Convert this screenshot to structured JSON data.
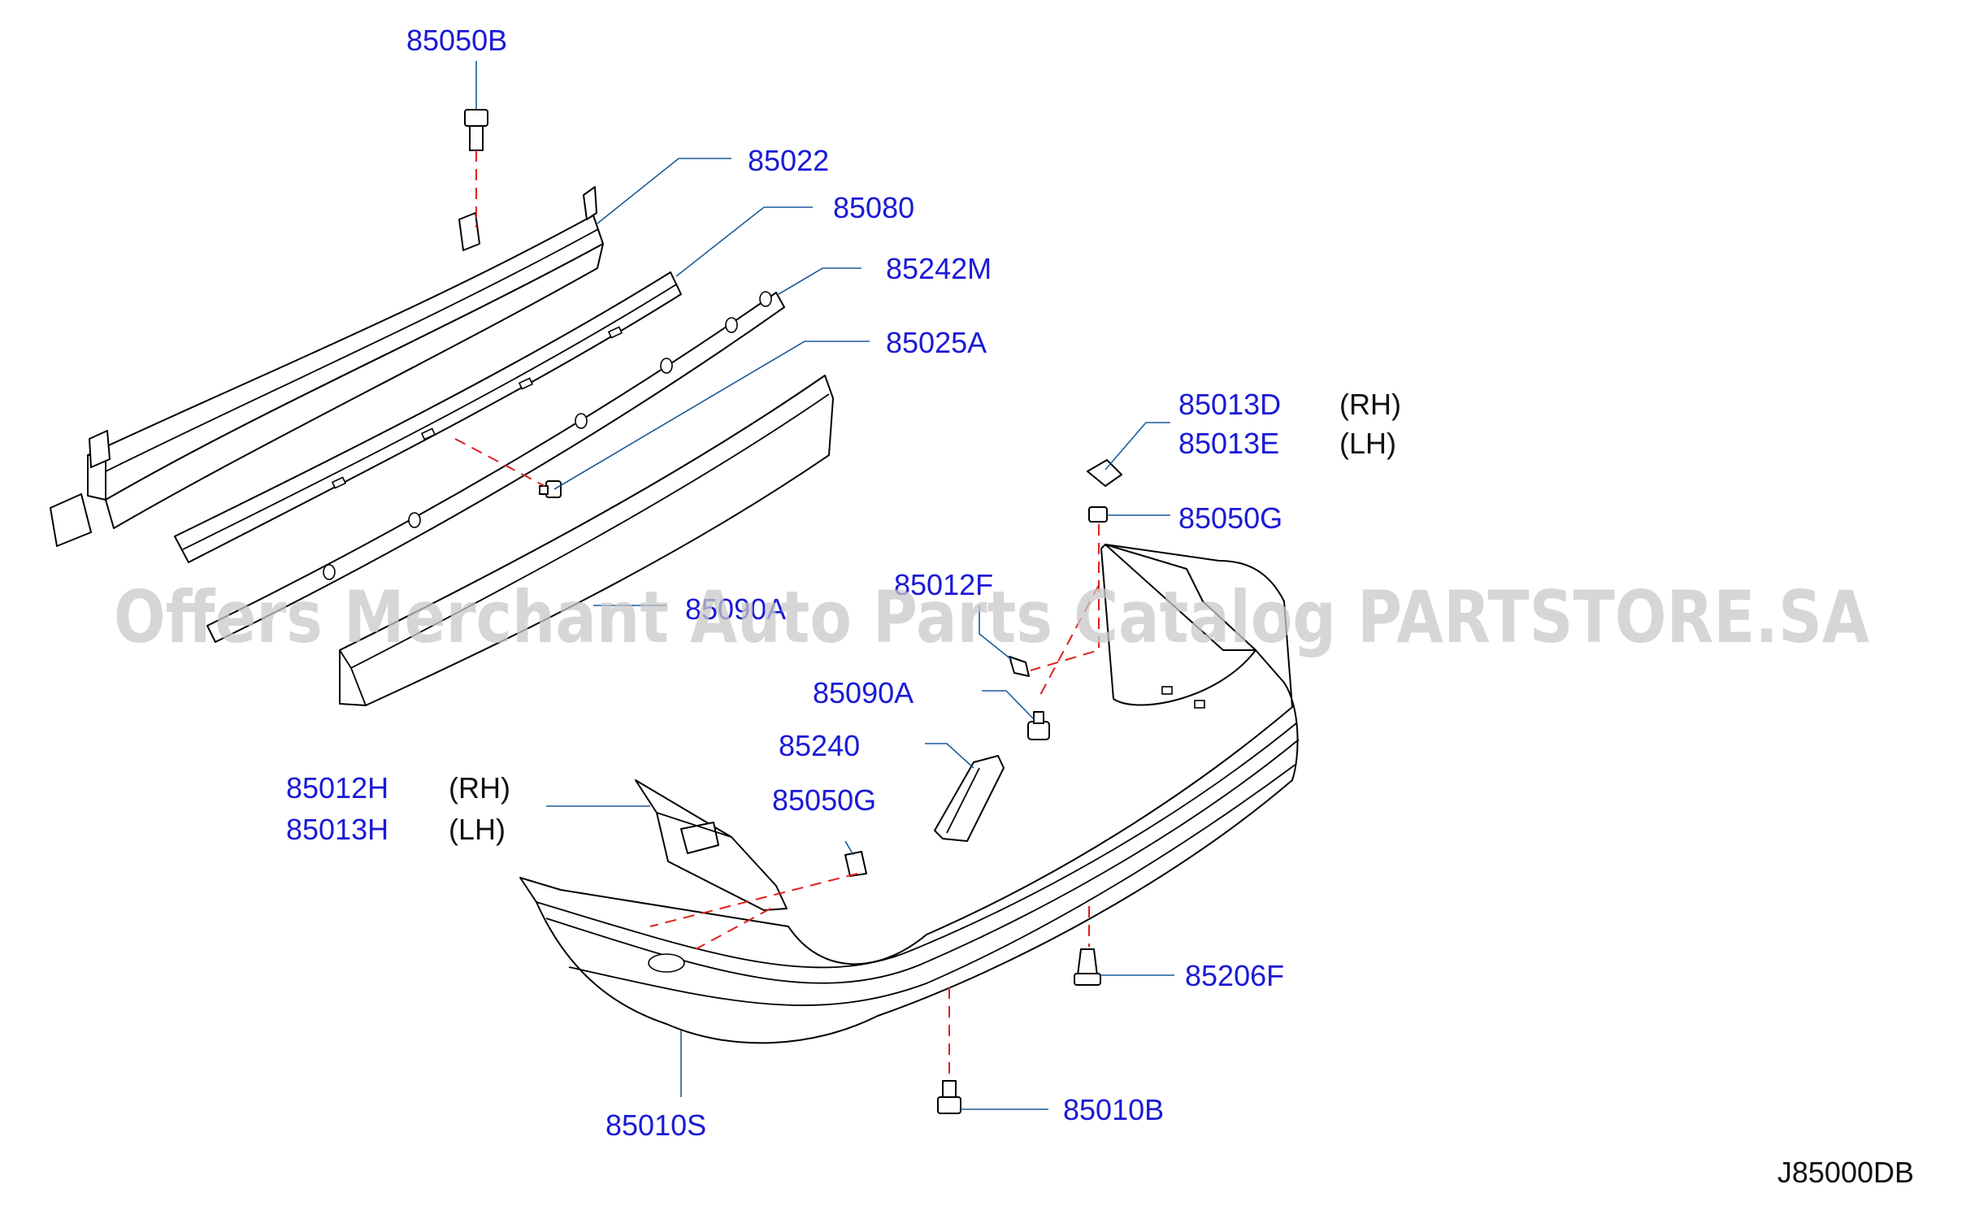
{
  "diagram": {
    "code": "J85000DB",
    "watermark": "Offers Merchant Auto Parts Catalog PARTSTORE.SA",
    "labels": {
      "p85050B": "85050B",
      "p85022": "85022",
      "p85080": "85080",
      "p85242M": "85242M",
      "p85025A": "85025A",
      "p85013D": "85013D",
      "p85013E": "85013E",
      "p85050G_top": "85050G",
      "p85012F": "85012F",
      "p85090A_left": "85090A",
      "p85090A_mid": "85090A",
      "p85240": "85240",
      "p85012H": "85012H",
      "p85013H": "85013H",
      "p85050G_mid": "85050G",
      "p85206F": "85206F",
      "p85010B": "85010B",
      "p85010S": "85010S"
    },
    "sides": {
      "rh_top": "(RH)",
      "lh_top": "(LH)",
      "rh_left": "(RH)",
      "lh_left": "(LH)"
    }
  }
}
